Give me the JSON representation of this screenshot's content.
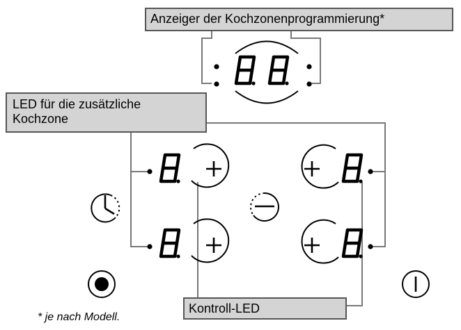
{
  "labels": {
    "programming_display": "Anzeiger der Kochzonenprogrammierung*",
    "led_line1": "LED für die zusätzliche",
    "led_line2": "Kochzone",
    "control_led": "Kontroll-LED",
    "footnote": "* je nach Modell."
  },
  "icons": {
    "digit": "seven-segment-8-icon",
    "plus": "plus-icon",
    "timer": "timer-icon",
    "minus": "minus-icon",
    "power": "power-icon",
    "lock": "lock-icon"
  },
  "colors": {
    "callout_fill": "#d4d4d4",
    "callout_border": "#555555",
    "leader_line": "#777777",
    "ink": "#000000"
  }
}
